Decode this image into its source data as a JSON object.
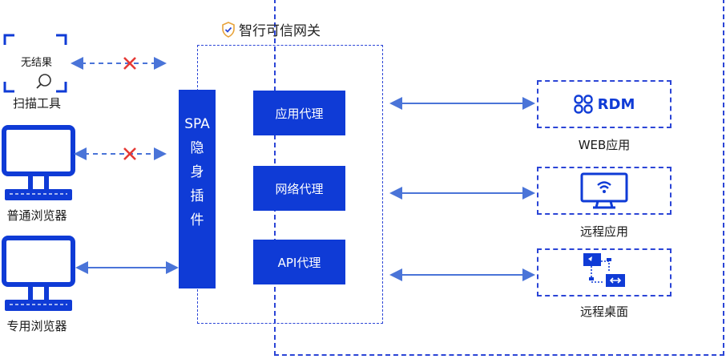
{
  "gateway": {
    "title": "智行可信网关"
  },
  "spa_plugin": {
    "chars": [
      "SPA",
      "隐",
      "身",
      "插",
      "件"
    ]
  },
  "proxies": [
    {
      "label": "应用代理"
    },
    {
      "label": "网络代理"
    },
    {
      "label": "API代理"
    }
  ],
  "clients": {
    "scanner": {
      "label": "扫描工具",
      "result": "无结果"
    },
    "normal_browser": {
      "label": "普通浏览器"
    },
    "dedicated_browser": {
      "label": "专用浏览器"
    }
  },
  "apps": [
    {
      "label": "WEB应用",
      "logo_text": "RDM"
    },
    {
      "label": "远程应用"
    },
    {
      "label": "远程桌面"
    }
  ],
  "colors": {
    "accent": "#0f3bd6",
    "line": "#4a74d8",
    "blocked": "#e53935"
  }
}
